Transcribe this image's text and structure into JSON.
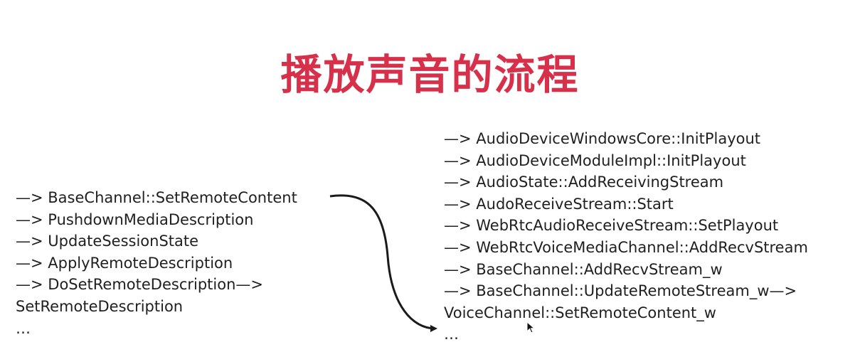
{
  "title": "播放声音的流程",
  "left_flow": [
    "—> BaseChannel::SetRemoteContent",
    "—> PushdownMediaDescription",
    "—> UpdateSessionState",
    "—> ApplyRemoteDescription",
    "—> DoSetRemoteDescription—>",
    "SetRemoteDescription",
    "…"
  ],
  "right_flow": [
    "—> AudioDeviceWindowsCore::InitPlayout",
    "—> AudioDeviceModuleImpl::InitPlayout",
    "—> AudioState::AddReceivingStream",
    "—> AudoReceiveStream::Start",
    "—> WebRtcAudioReceiveStream::SetPlayout",
    "—> WebRtcVoiceMediaChannel::AddRecvStream",
    "—> BaseChannel::AddRecvStream_w",
    "—> BaseChannel::UpdateRemoteStream_w—>",
    "VoiceChannel::SetRemoteContent_w",
    "…"
  ]
}
